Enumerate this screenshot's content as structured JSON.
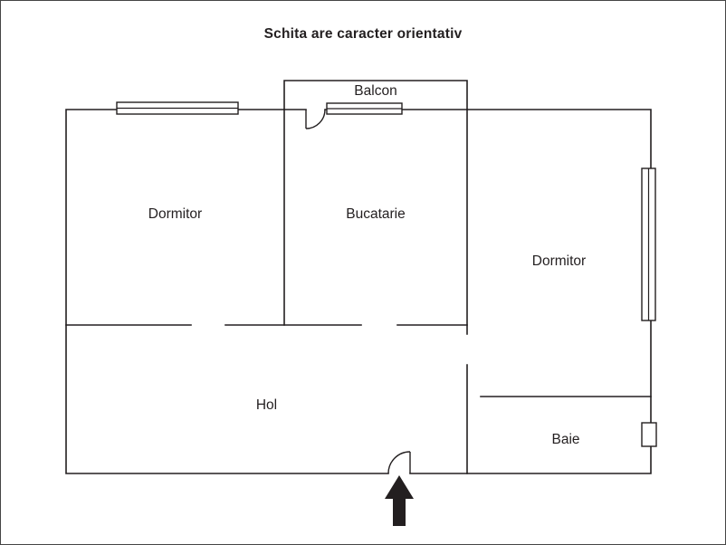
{
  "title": "Schita are caracter orientativ",
  "rooms": {
    "balcon": "Balcon",
    "dormitor_left": "Dormitor",
    "bucatarie": "Bucatarie",
    "dormitor_right": "Dormitor",
    "hol": "Hol",
    "baie": "Baie"
  },
  "colors": {
    "line": "#231f20",
    "arrow": "#231f20",
    "background": "#ffffff"
  }
}
